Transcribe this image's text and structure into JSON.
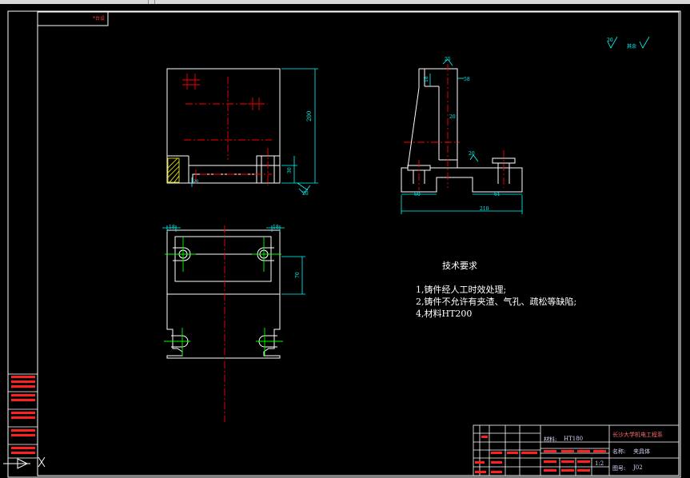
{
  "corner_label": "*台设",
  "technical_requirements": {
    "title": "技术要求",
    "items": [
      "1,铸件经人工时效处理;",
      "2,铸件不允许有夹渣、气孔、疏松等缺陷;",
      "4,材料HT200"
    ]
  },
  "title_block": {
    "material_label": "材料:",
    "material_value": "HT180",
    "school": "长沙大学机电工程系",
    "name_label": "名称:",
    "name_value": "夹具体",
    "drawing_no_label": "图号:",
    "drawing_no_value": "J02",
    "scale": "1:2"
  },
  "roughness": {
    "top_right_1": "20",
    "top_right_2": "其余"
  },
  "dimensions": {
    "front_height": "200",
    "front_small": "30",
    "front_bottom": "20",
    "front_left_small": "20",
    "side_top_finish": "25",
    "side_h1": "18",
    "side_r": "58",
    "side_mid": "20",
    "side_left_width": "60",
    "side_right_width": "61",
    "side_total_width": "210",
    "plan_left_slot": "18",
    "plan_right_slot": "18",
    "plan_height": "70"
  },
  "colors": {
    "background": "#000000",
    "frame": "#ffffff",
    "centerline": "#ff0000",
    "dimension": "#00ffff",
    "section": "#00ff00",
    "hatch": "#ffff00"
  }
}
